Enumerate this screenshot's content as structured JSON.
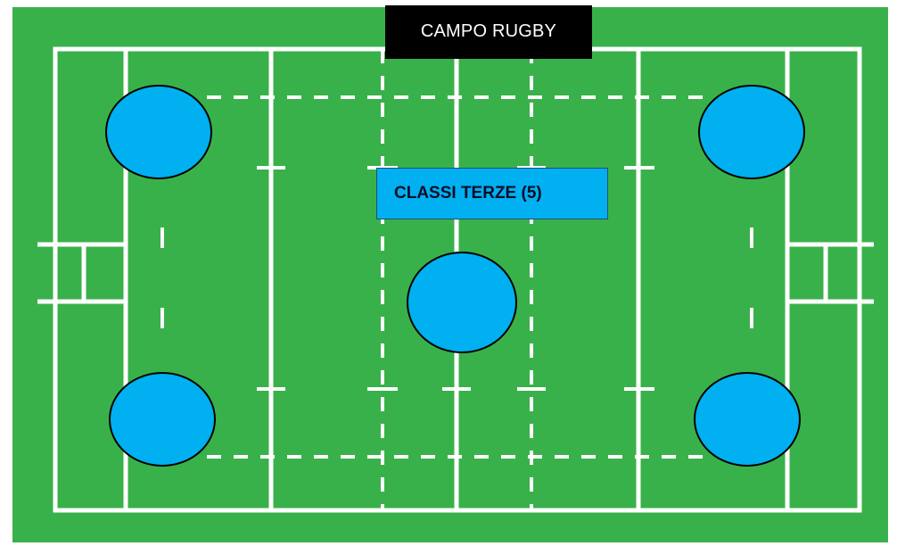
{
  "title": "CAMPO RUGBY",
  "group_label": "CLASSI TERZE (5)",
  "colors": {
    "grass": "#39b14a",
    "lines": "#ffffff",
    "station_fill": "#00b0f0",
    "station_stroke": "#000000",
    "title_bg": "#000000",
    "label_bg": "#00b0f0"
  },
  "stations": [
    {
      "id": "top-left"
    },
    {
      "id": "top-right"
    },
    {
      "id": "center"
    },
    {
      "id": "bottom-left"
    },
    {
      "id": "bottom-right"
    }
  ]
}
